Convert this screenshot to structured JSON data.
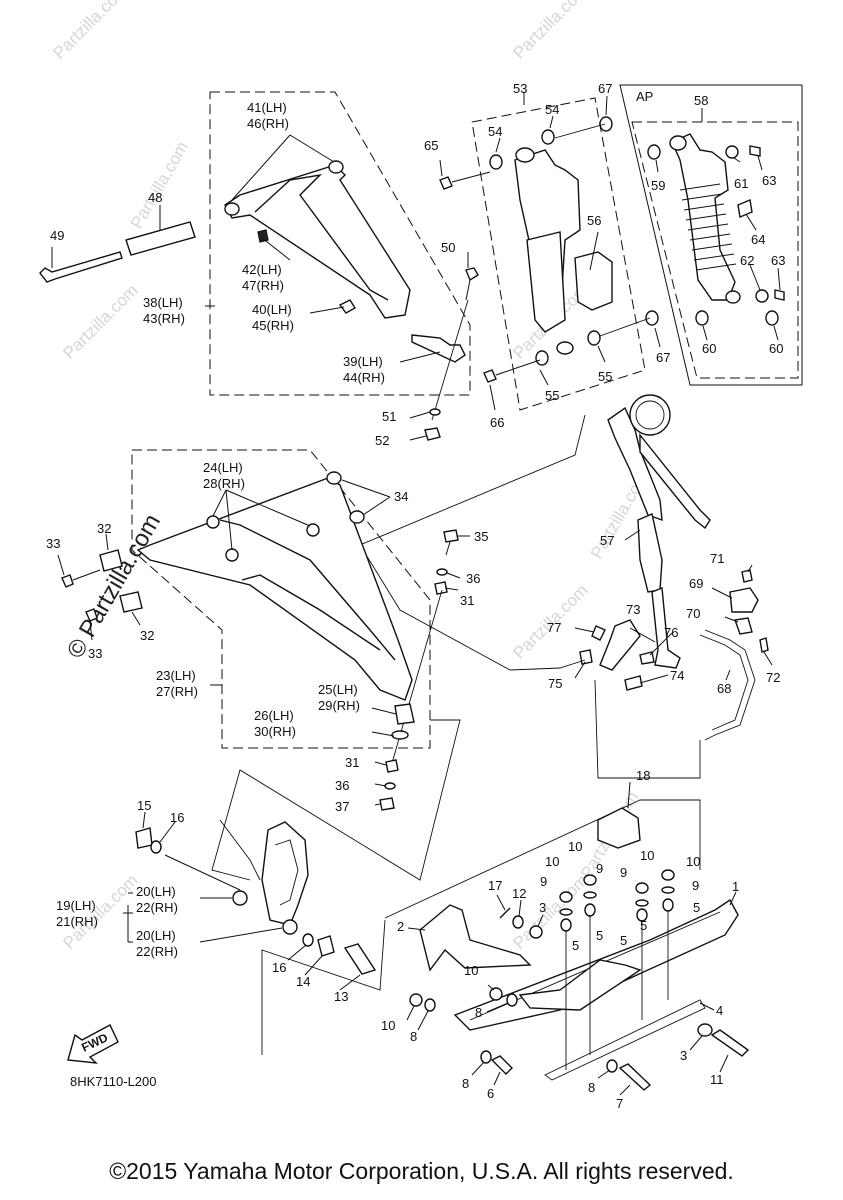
{
  "diagram_code": "8HK7110-L200",
  "copyright": "©2015 Yamaha Motor Corporation, U.S.A. All rights reserved.",
  "inset_label": "AP",
  "fwd_label": "FWD",
  "watermark": "Partzilla.com",
  "watermark_big": "© Partzilla.com",
  "part_numbers": {
    "p1": "1",
    "p2": "2",
    "p3a": "3",
    "p3b": "3",
    "p4": "4",
    "p5a": "5",
    "p5b": "5",
    "p5c": "5",
    "p5d": "5",
    "p5e": "5",
    "p6": "6",
    "p7": "7",
    "p8a": "8",
    "p8b": "8",
    "p8c": "8",
    "p8d": "8",
    "p9a": "9",
    "p9b": "9",
    "p9c": "9",
    "p9d": "9",
    "p10a": "10",
    "p10b": "10",
    "p10c": "10",
    "p10d": "10",
    "p10e": "10",
    "p10f": "10",
    "p11": "11",
    "p12": "12",
    "p13": "13",
    "p14": "14",
    "p15": "15",
    "p16a": "16",
    "p16b": "16",
    "p17": "17",
    "p18": "18",
    "p31a": "31",
    "p31b": "31",
    "p32a": "32",
    "p32b": "32",
    "p33a": "33",
    "p33b": "33",
    "p34": "34",
    "p35": "35",
    "p36a": "36",
    "p36b": "36",
    "p37": "37",
    "p48": "48",
    "p49": "49",
    "p50": "50",
    "p51": "51",
    "p52": "52",
    "p53": "53",
    "p54a": "54",
    "p54b": "54",
    "p55a": "55",
    "p55b": "55",
    "p56": "56",
    "p57": "57",
    "p58": "58",
    "p59": "59",
    "p60a": "60",
    "p60b": "60",
    "p61": "61",
    "p62": "62",
    "p63a": "63",
    "p63b": "63",
    "p64": "64",
    "p65": "65",
    "p66": "66",
    "p67a": "67",
    "p67b": "67",
    "p68": "68",
    "p69": "69",
    "p70": "70",
    "p71": "71",
    "p72": "72",
    "p73": "73",
    "p74": "74",
    "p75": "75",
    "p76": "76",
    "p77": "77"
  },
  "group_labels": {
    "g41": "41(LH)",
    "g46": "46(RH)",
    "g42": "42(LH)",
    "g47": "47(RH)",
    "g38": "38(LH)",
    "g43": "43(RH)",
    "g40": "40(LH)",
    "g45": "45(RH)",
    "g39": "39(LH)",
    "g44": "44(RH)",
    "g24": "24(LH)",
    "g28": "28(RH)",
    "g23": "23(LH)",
    "g27": "27(RH)",
    "g25": "25(LH)",
    "g29": "29(RH)",
    "g26": "26(LH)",
    "g30": "30(RH)",
    "g19": "19(LH)",
    "g21": "21(RH)",
    "g20a": "20(LH)",
    "g22a": "22(RH)",
    "g20b": "20(LH)",
    "g22b": "22(RH)"
  }
}
